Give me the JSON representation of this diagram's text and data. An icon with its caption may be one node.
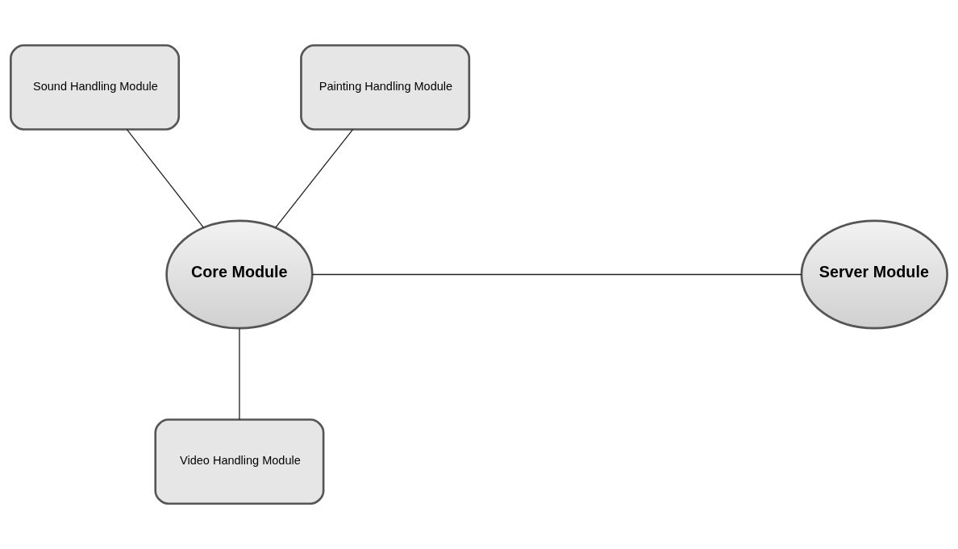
{
  "diagram": {
    "nodes": [
      {
        "text": [
          "Sound Handling Module"
        ]
      },
      {
        "text": [
          "Painting Handling Module"
        ]
      },
      {
        "text": [
          "Core Module"
        ]
      },
      {
        "text": [
          "Server Module"
        ]
      },
      {
        "text": [
          "Video Handling Module"
        ]
      }
    ],
    "edges": [
      {
        "from": 0,
        "to": 2,
        "arrow": "none"
      },
      {
        "from": 1,
        "to": 2,
        "arrow": "none"
      },
      {
        "from": 2,
        "to": 3,
        "arrow": "none"
      },
      {
        "from": 2,
        "to": 4,
        "arrow": "none"
      }
    ]
  }
}
